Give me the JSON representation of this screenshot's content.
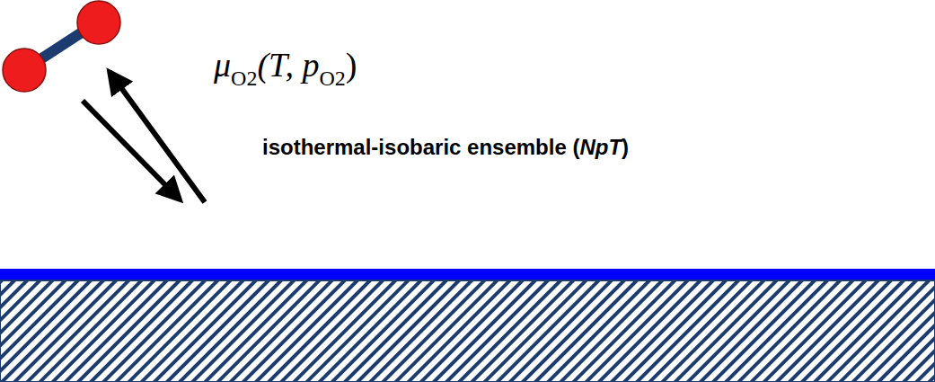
{
  "diagram": {
    "labels": [
      "μ",
      "O2",
      "(T, p",
      "O2",
      ")",
      "isothermal-isobaric ensemble (",
      "NpT",
      ")"
    ]
  }
}
